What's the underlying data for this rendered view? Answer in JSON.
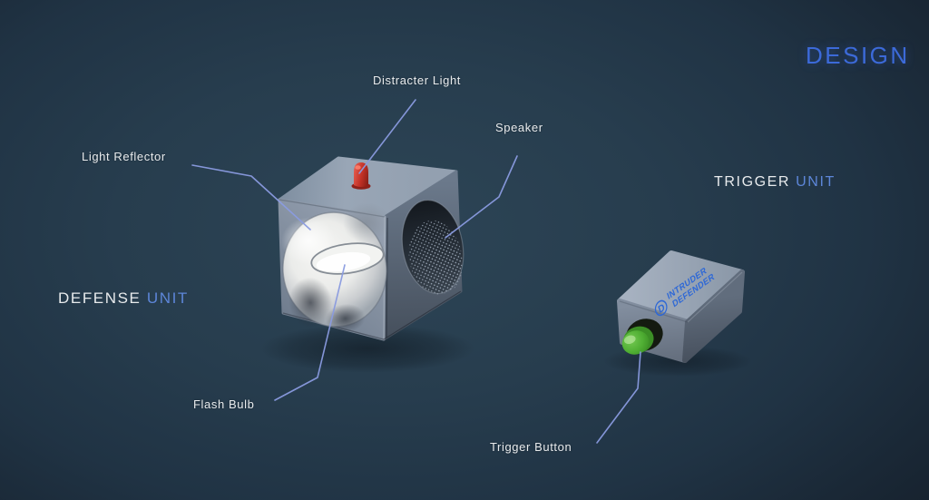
{
  "header": {
    "design_title": "DESIGN"
  },
  "colors": {
    "accent_blue": "#3c6ad9",
    "unit_accent_blue": "#5d86d8",
    "label_white": "#e8ebed",
    "leader_line": "#8a9be0",
    "led_red": "#c23126",
    "button_green": "#46a22c",
    "device_logo_blue": "#2e68d6"
  },
  "defense_unit": {
    "title_main": "DEFENSE",
    "title_accent": "UNIT",
    "labels": {
      "distracter_light": "Distracter Light",
      "speaker": "Speaker",
      "light_reflector": "Light Reflector",
      "flash_bulb": "Flash Bulb"
    }
  },
  "trigger_unit": {
    "title_main": "TRIGGER",
    "title_accent": "UNIT",
    "labels": {
      "trigger_button": "Trigger Button"
    },
    "device_logo_letter": "D",
    "device_text_line1": "INTRUDER",
    "device_text_line2": "DEFENDER"
  }
}
